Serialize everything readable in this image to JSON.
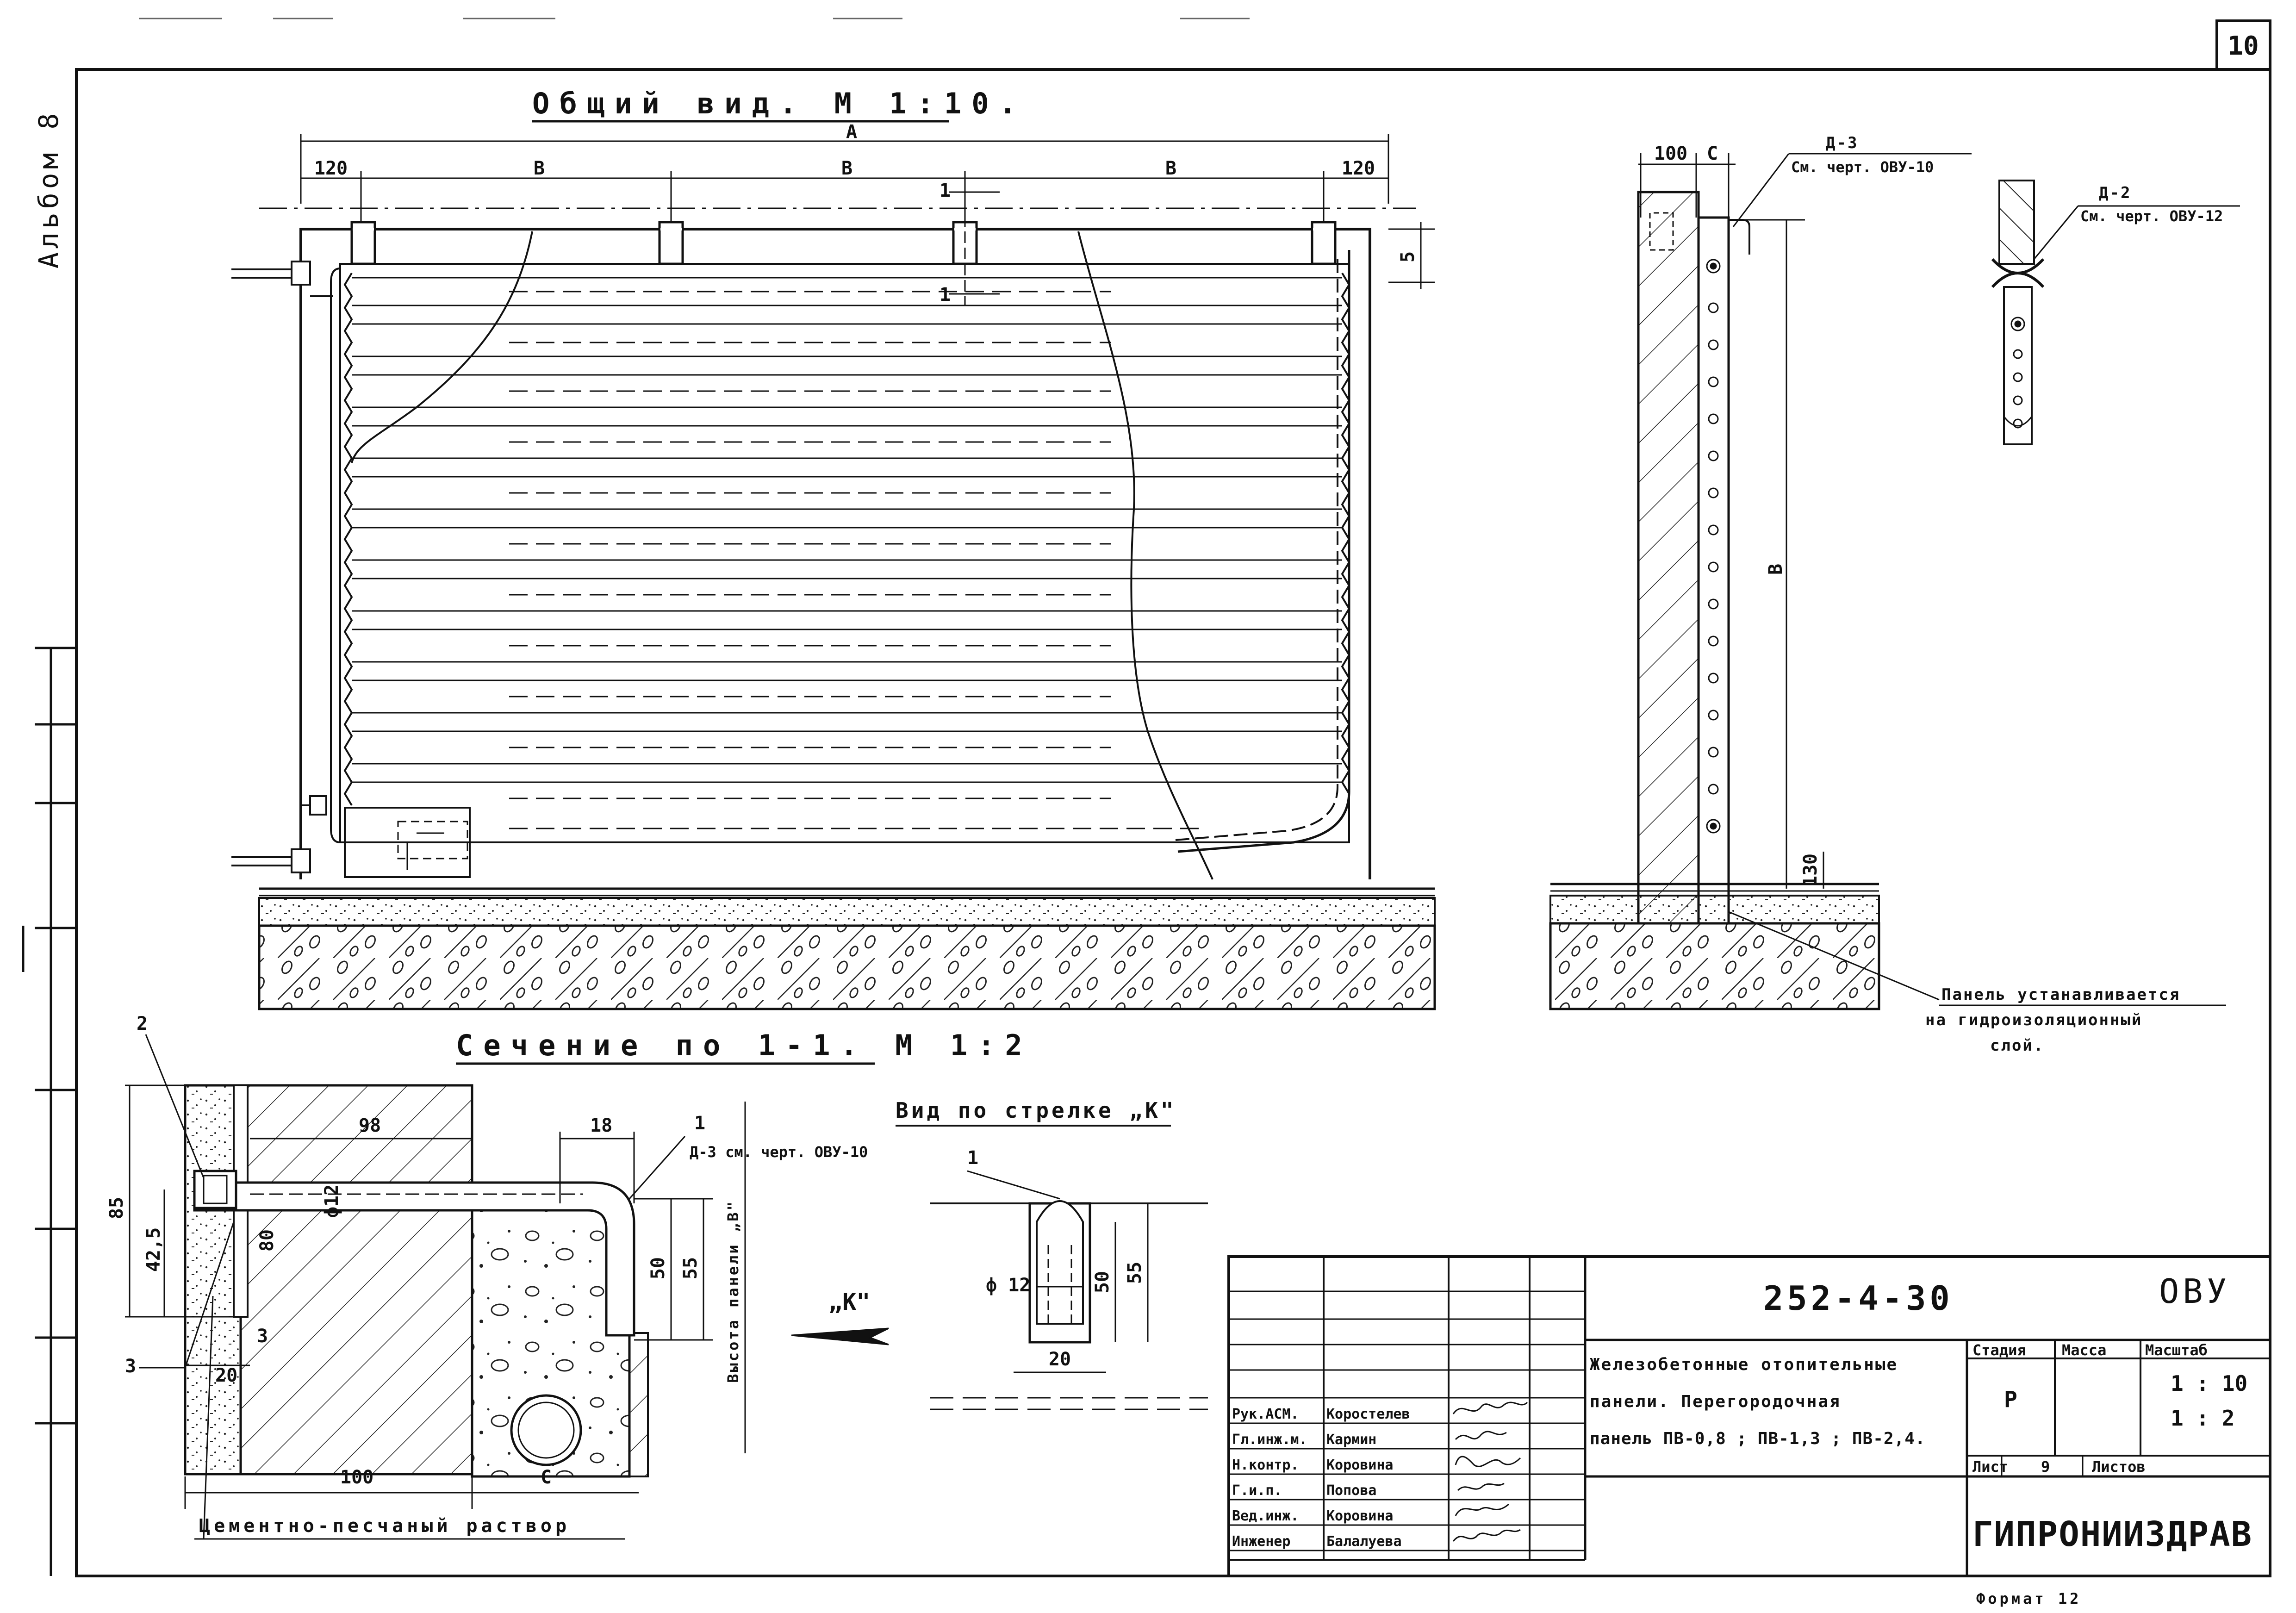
{
  "sheet": {
    "number": "10",
    "album": "Альбом 8",
    "format": "Формат 12"
  },
  "general_view": {
    "title": "Общий вид. М 1:10.",
    "dims": {
      "overall": "А",
      "edge_left": "120",
      "edge_right": "120",
      "span1": "В",
      "span2": "В",
      "span3": "В",
      "top_offset": "5"
    },
    "section_marks": {
      "top": "1",
      "bottom": "1"
    }
  },
  "side_view": {
    "dims": {
      "width": "100",
      "gap": "С",
      "height": "В",
      "bottom": "130"
    },
    "detail_d3": {
      "label": "Д-3",
      "ref": "См. черт. ОВУ-10"
    },
    "detail_d2": {
      "label": "Д-2",
      "ref": "См. черт. ОВУ-12"
    },
    "note_line1": "Панель устанавливается",
    "note_line2": "на гидроизоляционный",
    "note_line3": "слой."
  },
  "section": {
    "title": "Сечение по 1-1. М 1:2",
    "labels": {
      "pos2": "2",
      "pos3a": "3",
      "pos3b": "3",
      "pos1": "1",
      "d3ref": "Д-3 см. черт. ОВУ-10",
      "dim_98": "98",
      "dim_18": "18",
      "dim_85": "85",
      "dim_42_5": "42,5",
      "dim_80": "80",
      "dim_phi12": "ф12",
      "dim_50": "50",
      "dim_55": "55",
      "dim_20": "20",
      "dim_100": "100",
      "dim_c": "С",
      "height_label": "Высота панели „В\"",
      "mortar": "Цементно-песчаный раствор",
      "arrow_k": "„К\""
    }
  },
  "view_k": {
    "title": "Вид по стрелке „К\"",
    "pos1": "1",
    "dim_phi12": "ф 12",
    "dim_50": "50",
    "dim_55": "55",
    "dim_20": "20"
  },
  "title_block": {
    "code": "252-4-30",
    "series": "ОВУ",
    "description": [
      "Железобетонные отопительные",
      "панели. Перегородочная",
      "панель ПВ-0,8 ; ПВ-1,3 ; ПВ-2,4."
    ],
    "headers": {
      "stage": "Стадия",
      "mass": "Масса",
      "scale": "Масштаб"
    },
    "stage_value": "Р",
    "scale_values": [
      "1 : 10",
      "1 : 2"
    ],
    "sheet_label": "Лист",
    "sheet_value": "9",
    "sheets_label": "Листов",
    "organization": "ГИПРОНИИЗДРАВ",
    "staff": [
      {
        "role": "Рук.АСМ.",
        "name": "Коростелев"
      },
      {
        "role": "Гл.инж.м.",
        "name": "Кармин"
      },
      {
        "role": "Н.контр.",
        "name": "Коровина"
      },
      {
        "role": "Г.и.п.",
        "name": "Попова"
      },
      {
        "role": "Вед.инж.",
        "name": "Коровина"
      },
      {
        "role": "Инженер",
        "name": "Балалуева"
      }
    ]
  },
  "colors": {
    "ink": "#111111",
    "paper": "#ffffff",
    "hatch": "#333333"
  }
}
